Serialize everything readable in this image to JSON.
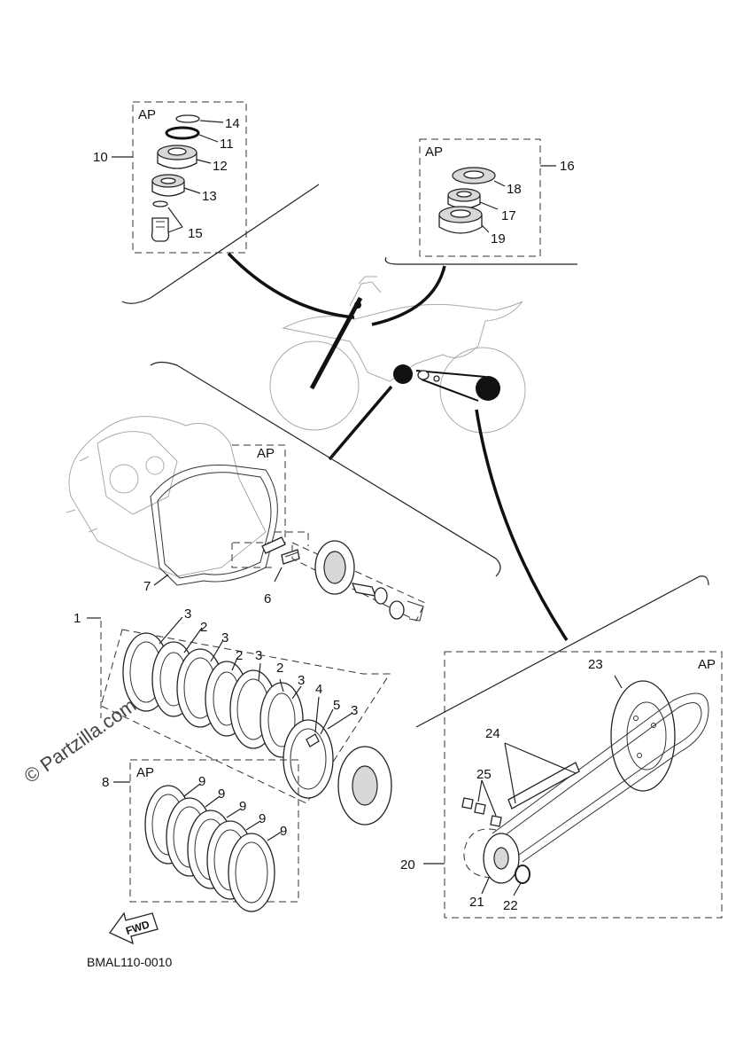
{
  "groups": {
    "ap_label": "AP",
    "steering_upper": {
      "ref": "10",
      "parts": [
        "14",
        "11",
        "12",
        "13",
        "15"
      ]
    },
    "steering_lower": {
      "ref": "16",
      "parts": [
        "18",
        "17",
        "19"
      ]
    },
    "clutch_cover": {
      "parts": [
        "7",
        "6"
      ]
    },
    "clutch": {
      "ref": "1",
      "parts": [
        "3",
        "2",
        "3",
        "2",
        "3",
        "2",
        "3",
        "4",
        "5",
        "3"
      ]
    },
    "friction_set": {
      "ref": "8",
      "parts": [
        "9",
        "9",
        "9",
        "9",
        "9"
      ]
    },
    "drive_chain": {
      "ref": "20",
      "parts": [
        "23",
        "24",
        "25",
        "21",
        "22"
      ]
    }
  },
  "direction_label": "FWD",
  "diagram_code": "BMAL110-0010",
  "watermark": "© Partzilla.com"
}
